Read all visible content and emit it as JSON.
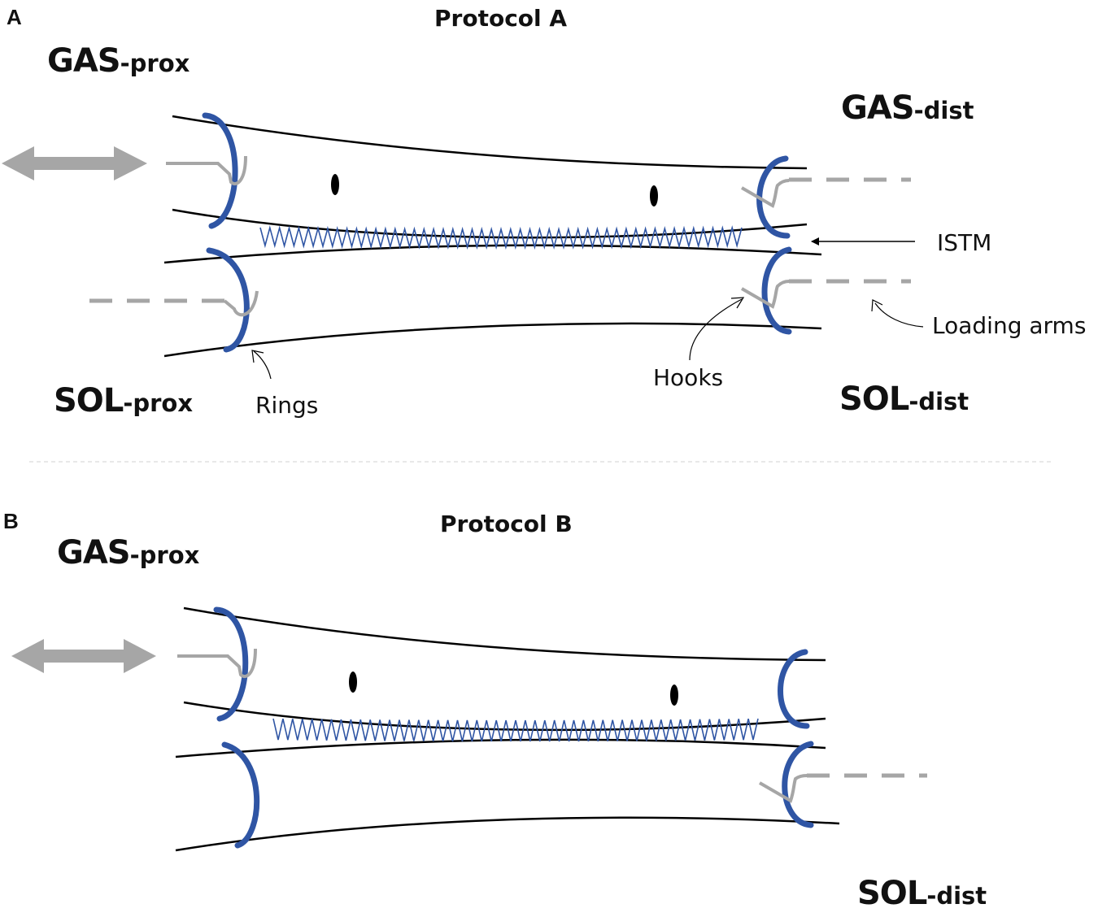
{
  "panels": [
    {
      "letter": "A",
      "title": "Protocol A",
      "gas_prox": {
        "name": "GAS",
        "suffix": "-prox"
      },
      "gas_dist": {
        "name": "GAS",
        "suffix": "-dist"
      },
      "sol_prox": {
        "name": "SOL",
        "suffix": "-prox"
      },
      "sol_dist": {
        "name": "SOL",
        "suffix": "-dist"
      },
      "annotations": {
        "istm": "ISTM",
        "loading_arms": "Loading arms",
        "hooks": "Hooks",
        "rings": "Rings"
      }
    },
    {
      "letter": "B",
      "title": "Protocol B",
      "gas_prox": {
        "name": "GAS",
        "suffix": "-prox"
      },
      "sol_dist": {
        "name": "SOL",
        "suffix": "-dist"
      }
    }
  ],
  "colors": {
    "ring": "#2f55a4",
    "hook": "#a6a6a6",
    "arrow": "#a6a6a6",
    "outline": "#000000",
    "divider": "#d9d9d9"
  }
}
